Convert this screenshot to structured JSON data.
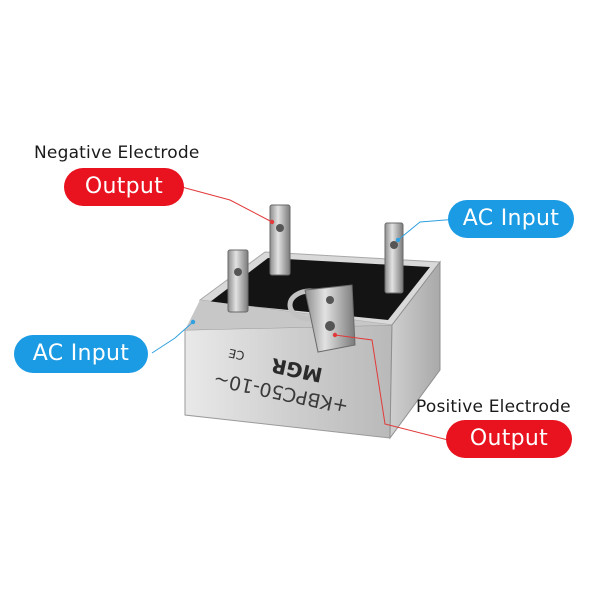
{
  "labels": {
    "negative_caption": "Negative Electrode",
    "negative_pill": "Output",
    "positive_caption": "Positive Electrode",
    "positive_pill": "Output",
    "ac_input_left": "AC Input",
    "ac_input_right": "AC Input"
  },
  "part_marking": {
    "model": "+KBPC50-10~",
    "brand": "MGR",
    "cert": "CE"
  },
  "colors": {
    "output_pill": "#e8131f",
    "ac_pill": "#1b9be4",
    "output_leader": "#e23a3a",
    "ac_leader": "#2fa0e0"
  }
}
